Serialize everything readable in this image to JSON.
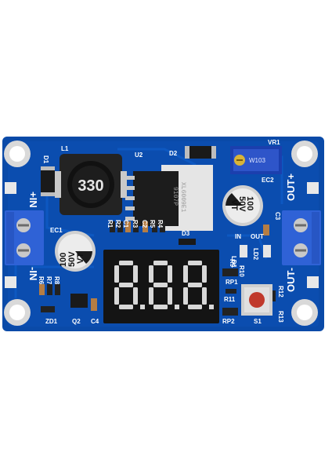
{
  "board": {
    "colors": {
      "pcb": "#0a4aa8",
      "pcb_dark": "#063a87",
      "silkscreen": "#ffffff",
      "terminal": "#2f62d6",
      "segment_lit": "#d8d8d8",
      "display_body": "#141414",
      "button_cap": "#c0392b",
      "pad": "#e8e8e8"
    },
    "inductor": {
      "ref": "L1",
      "code": "330"
    },
    "ic": {
      "ref": "U2",
      "line1": "XL6009E1",
      "line2": "9107P"
    },
    "caps": [
      {
        "ref": "EC1",
        "voltage": "50V",
        "capacitance": "100",
        "series": "VT"
      },
      {
        "ref": "EC2",
        "voltage": "50V",
        "capacitance": "100",
        "series": "VT"
      }
    ],
    "labels": {
      "in_plus": "+IN",
      "in_minus": "-IN",
      "out_plus": "OUT+",
      "out_minus": "OUT-",
      "in": "IN",
      "out": "OUT",
      "D1": "D1",
      "D2": "D2",
      "D3": "D3",
      "VR1": "VR1",
      "R1": "R1",
      "R2": "R2",
      "C1": "C1",
      "R3": "R3",
      "C2": "C2",
      "R5": "R5",
      "R4": "R4",
      "R6": "R6",
      "R7": "R7",
      "R8": "R8",
      "R9": "R9",
      "R10": "R10",
      "R11": "R11",
      "R12": "R12",
      "R13": "R13",
      "RP1": "RP1",
      "RP2": "RP2",
      "LD1": "LD1",
      "LD2": "LD2",
      "C3": "C3",
      "C4": "C4",
      "Q2": "Q2",
      "S1": "S1",
      "ZD1": "ZD1"
    },
    "display": {
      "digits": [
        "8.",
        "8.",
        "8."
      ]
    },
    "trimmer": {
      "code": "W103"
    }
  }
}
